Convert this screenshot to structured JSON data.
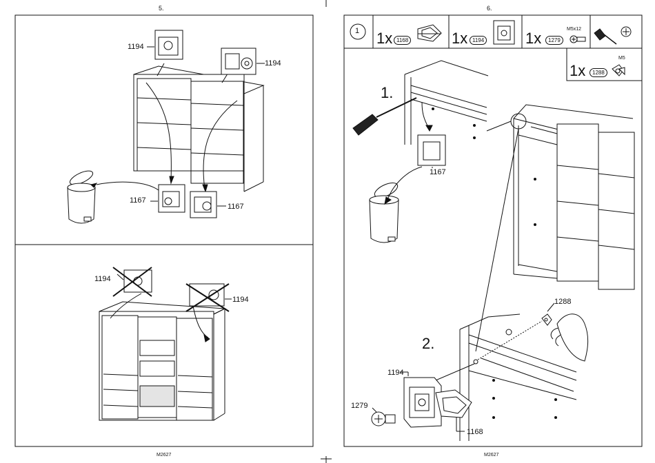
{
  "pages": {
    "left_number": "5.",
    "right_number": "6.",
    "left_code": "M2627",
    "right_code": "M2627"
  },
  "panel_top": {
    "labels": [
      "1194",
      "1194",
      "1167",
      "1167"
    ]
  },
  "panel_bottom": {
    "labels": [
      "1194",
      "1194"
    ]
  },
  "parts_row": {
    "step": "1",
    "items": [
      {
        "qty": "1x",
        "code": "1168"
      },
      {
        "qty": "1x",
        "code": "1194"
      },
      {
        "qty": "1x",
        "code": "1279",
        "spec": "M5x12"
      }
    ],
    "extra": {
      "qty": "1x",
      "code": "1288",
      "spec": "M5"
    }
  },
  "steps": {
    "step1": "1.",
    "step1_label": "1167",
    "step2": "2.",
    "callouts": [
      "1288",
      "1194",
      "1279",
      "1168"
    ]
  },
  "colors": {
    "line": "#111111",
    "fill": "#ffffff",
    "gray": "#d6d6d6"
  }
}
